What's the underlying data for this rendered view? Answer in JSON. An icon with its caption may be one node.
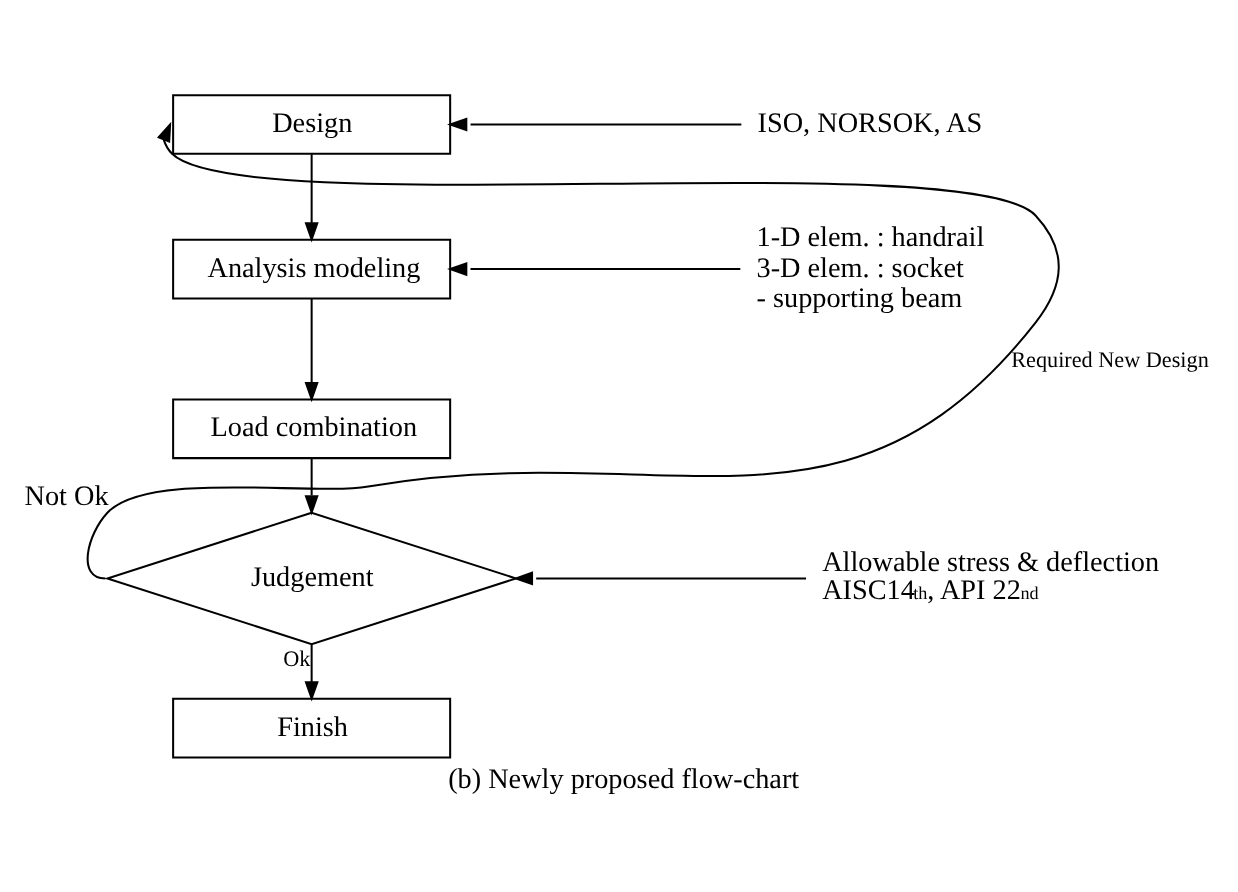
{
  "diagram": {
    "caption": "(b) Newly proposed flow-chart",
    "nodes": [
      {
        "text": [
          "Design"
        ]
      },
      {
        "text": [
          "Analysis modeling"
        ]
      },
      {
        "text": [
          "Load combination"
        ]
      },
      {
        "text": [
          "Judgement"
        ],
        "beside": [
          "Not Ok"
        ]
      },
      {
        "text": [
          "Finish"
        ]
      },
      {
        "text": [
          "ISO, NORSOK, AS"
        ]
      },
      {
        "text": [
          "1-D elem. : handrail",
          "3-D elem. : socket",
          "- supporting beam"
        ]
      },
      {
        "text": [
          "Allowable stress & deflection",
          "AISC14$^{th}$, API 22$^{nd}$"
        ]
      }
    ],
    "edges": [
      {
        "from": 0,
        "to": 1,
        "arrow": "to"
      },
      {
        "from": 1,
        "to": 2,
        "arrow": "to"
      },
      {
        "from": 2,
        "to": 3,
        "arrow": "to"
      },
      {
        "from": 3,
        "to": 4,
        "arrow": "to",
        "label": "Ok"
      },
      {
        "from": 3,
        "to": 0,
        "arrow": "to",
        "label": "Required New Design"
      },
      {
        "from": 5,
        "to": 0,
        "arrow": "to"
      },
      {
        "from": 6,
        "to": 1,
        "arrow": "to"
      },
      {
        "from": 7,
        "to": 3,
        "arrow": "to"
      }
    ]
  }
}
